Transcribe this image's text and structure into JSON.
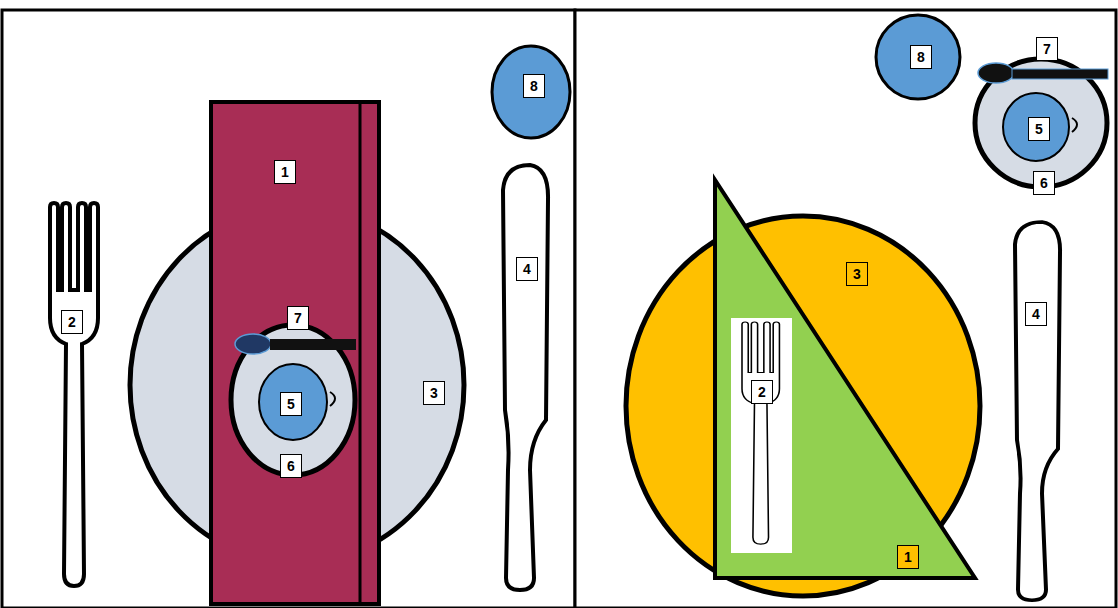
{
  "diagram": {
    "labels": [
      "1",
      "8",
      "4",
      "2",
      "7",
      "3",
      "5",
      "6",
      "8",
      "7",
      "5",
      "6",
      "3",
      "4",
      "2",
      "1"
    ]
  }
}
